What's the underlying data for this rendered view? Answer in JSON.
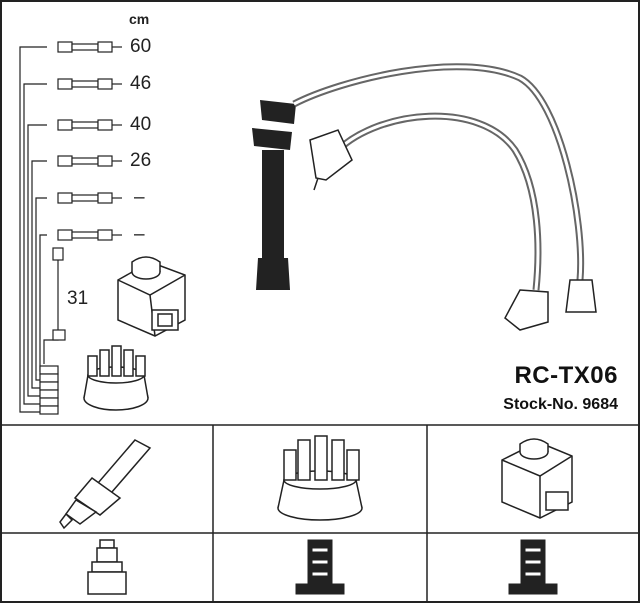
{
  "unit_label": "cm",
  "lengths": [
    "60",
    "46",
    "40",
    "26",
    "–",
    "–"
  ],
  "coil_lead_length": "31",
  "model": "RC-TX06",
  "stock": "Stock-No. 9684",
  "icons": {
    "row1": [
      "spark-plug-icon",
      "distributor-cap-icon",
      "ignition-coil-icon"
    ],
    "row2": [
      "spark-plug-terminal-icon",
      "distributor-terminal-icon",
      "coil-terminal-icon"
    ]
  }
}
